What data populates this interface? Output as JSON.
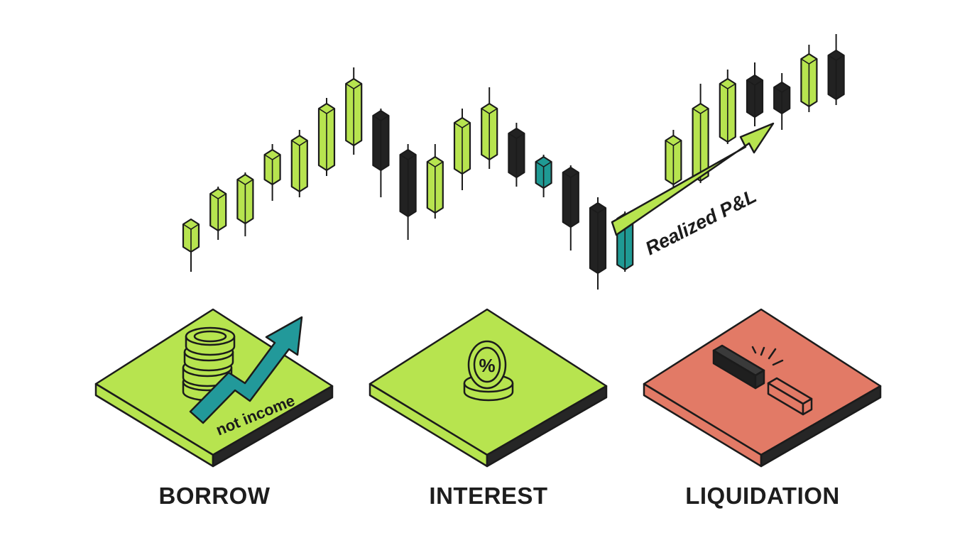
{
  "colors": {
    "bull": "#b7e44f",
    "bear": "#222222",
    "neutral": "#1f9a94",
    "outline": "#1b1b1b",
    "danger": "#e27a66",
    "arrow": "#b7e44f",
    "trend_arrow": "#22999a"
  },
  "chart": {
    "arrow_label": "Realized P&L",
    "candles": [
      {
        "kind": "bull",
        "o": 60,
        "c": 92,
        "h": 99,
        "l": 25
      },
      {
        "kind": "bull",
        "o": 90,
        "c": 135,
        "h": 145,
        "l": 70
      },
      {
        "kind": "bull",
        "o": 100,
        "c": 155,
        "h": 165,
        "l": 75
      },
      {
        "kind": "bull",
        "o": 155,
        "c": 190,
        "h": 205,
        "l": 125
      },
      {
        "kind": "bull",
        "o": 145,
        "c": 210,
        "h": 225,
        "l": 130
      },
      {
        "kind": "bull",
        "o": 175,
        "c": 255,
        "h": 270,
        "l": 160
      },
      {
        "kind": "bull",
        "o": 210,
        "c": 290,
        "h": 313,
        "l": 190
      },
      {
        "kind": "bear",
        "o": 245,
        "c": 175,
        "h": 255,
        "l": 130
      },
      {
        "kind": "bear",
        "o": 190,
        "c": 110,
        "h": 205,
        "l": 70
      },
      {
        "kind": "bull",
        "o": 115,
        "c": 180,
        "h": 205,
        "l": 100
      },
      {
        "kind": "bull",
        "o": 170,
        "c": 235,
        "h": 255,
        "l": 140
      },
      {
        "kind": "bull",
        "o": 190,
        "c": 255,
        "h": 285,
        "l": 170
      },
      {
        "kind": "bear",
        "o": 220,
        "c": 165,
        "h": 235,
        "l": 145
      },
      {
        "kind": "neutral",
        "o": 180,
        "c": 150,
        "h": 190,
        "l": 130
      },
      {
        "kind": "bear",
        "o": 165,
        "c": 95,
        "h": 175,
        "l": 55
      },
      {
        "kind": "bear",
        "o": 115,
        "c": 30,
        "h": 130,
        "l": 0
      },
      {
        "kind": "neutral",
        "o": 100,
        "c": 35,
        "h": 110,
        "l": 25
      },
      {
        "kind": "bull",
        "o": 155,
        "c": 210,
        "h": 225,
        "l": 140
      },
      {
        "kind": "bull",
        "o": 160,
        "c": 255,
        "h": 290,
        "l": 150
      },
      {
        "kind": "bull",
        "o": 215,
        "c": 290,
        "h": 310,
        "l": 205
      },
      {
        "kind": "bear",
        "o": 295,
        "c": 250,
        "h": 320,
        "l": 230
      },
      {
        "kind": "bear",
        "o": 285,
        "c": 255,
        "h": 305,
        "l": 225
      },
      {
        "kind": "bull",
        "o": 265,
        "c": 325,
        "h": 345,
        "l": 250
      },
      {
        "kind": "bear",
        "o": 330,
        "c": 275,
        "h": 360,
        "l": 260
      }
    ]
  },
  "tiles": [
    {
      "key": "borrow",
      "label": "BORROW",
      "note": "not income",
      "color": "#b7e44f"
    },
    {
      "key": "interest",
      "label": "INTEREST",
      "symbol": "%",
      "color": "#b7e44f"
    },
    {
      "key": "liquidation",
      "label": "LIQUIDATION",
      "color": "#e27a66"
    }
  ]
}
